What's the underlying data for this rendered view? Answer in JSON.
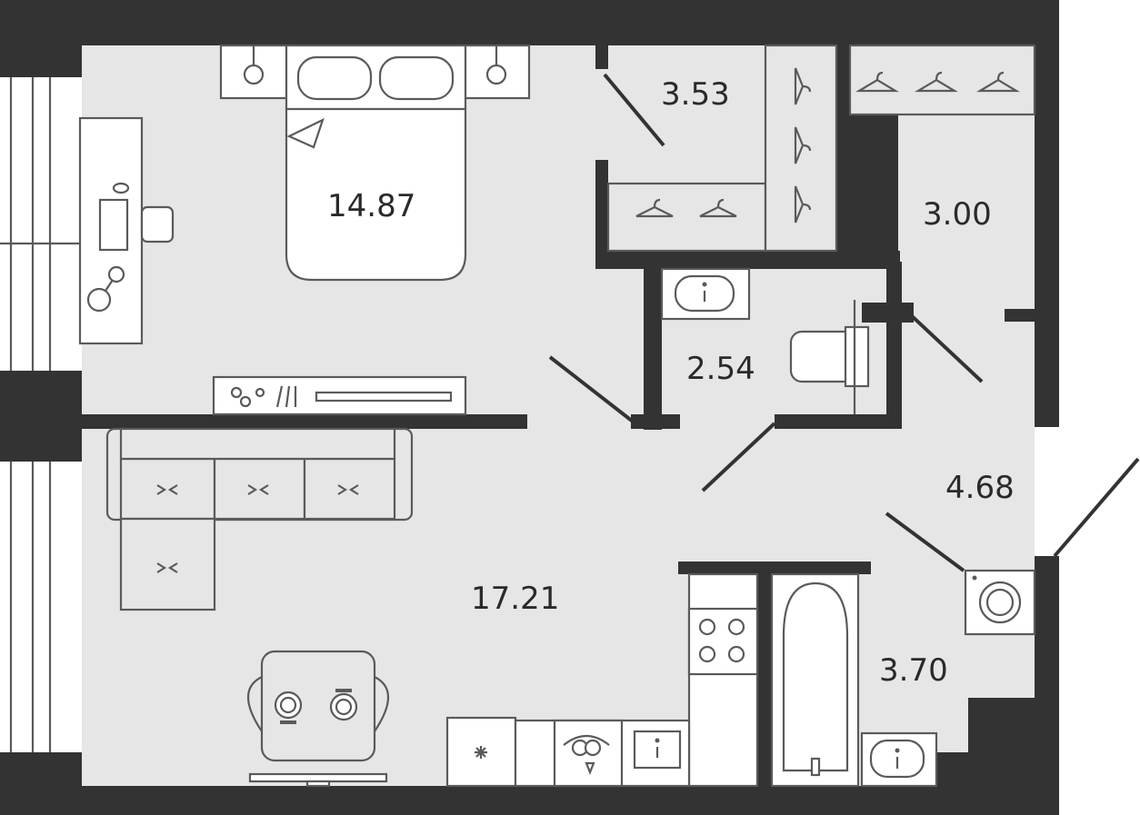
{
  "rooms": {
    "bedroom": {
      "area": "14.87"
    },
    "wardrobe_small": {
      "area": "3.53"
    },
    "wardrobe_large": {
      "area": "3.00"
    },
    "toilet": {
      "area": "2.54"
    },
    "hallway": {
      "area": "4.68"
    },
    "living_kitchen": {
      "area": "17.21"
    },
    "bathroom": {
      "area": "3.70"
    }
  },
  "colors": {
    "wall": "#333333",
    "floor": "#e6e6e6",
    "furniture_line": "#5a5a5a",
    "text": "#2a2a2a"
  }
}
